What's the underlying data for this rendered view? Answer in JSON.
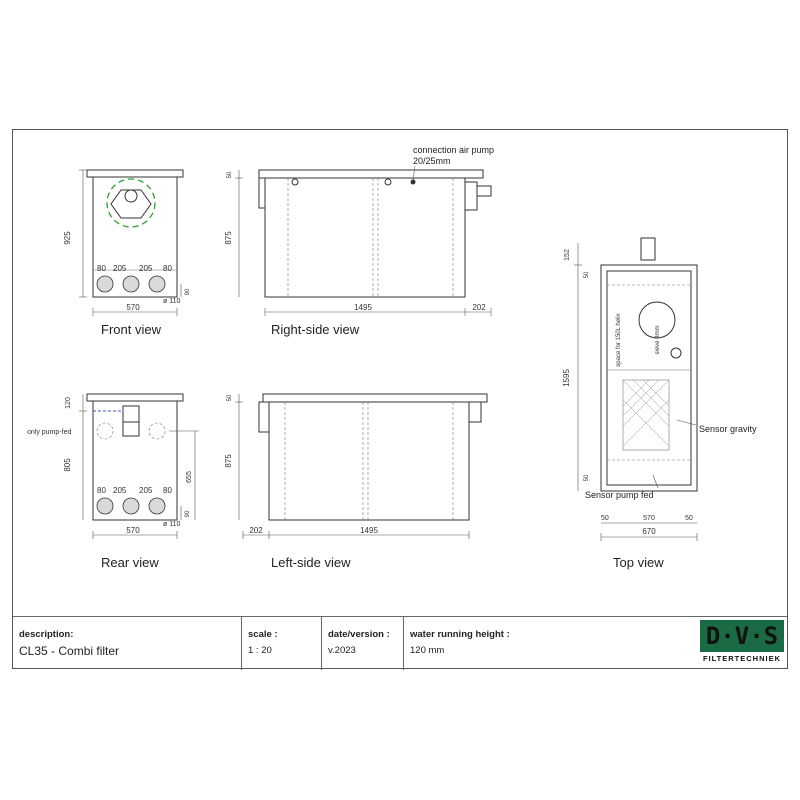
{
  "views": {
    "front": "Front view",
    "right_side": "Right-side view",
    "rear": "Rear view",
    "left_side": "Left-side view",
    "top": "Top view"
  },
  "annotations": {
    "connection_air_pump_line1": "connection air pump",
    "connection_air_pump_line2": "20/25mm",
    "only_pump_fed": "only pump-fed",
    "sensor_gravity": "Sensor gravity",
    "sensor_pump_fed": "Sensor pump fed",
    "space_for_helix": "space for 150L helix",
    "sieve": "sieve 8mm"
  },
  "dimensions": {
    "front_height": "925",
    "front_spacing": [
      "80",
      "205",
      "205",
      "80"
    ],
    "front_pipe_offset": "90",
    "pipe_dia": "ø 110",
    "front_width": "570",
    "right_top": "50",
    "right_height": "875",
    "right_length": "1495",
    "right_outlet": "202",
    "rear_top": "120",
    "rear_height": "805",
    "rear_spacing": [
      "80",
      "205",
      "205",
      "80"
    ],
    "rear_level": "655",
    "rear_pipe_offset": "90",
    "rear_width": "570",
    "left_top": "50",
    "left_height": "875",
    "left_outlet": "202",
    "left_length": "1495",
    "top_pump": "152",
    "top_length": "1595",
    "top_inner_top": "50",
    "top_inner_bottom": "50",
    "top_widths": [
      "50",
      "570",
      "50"
    ],
    "top_total_width": "670"
  },
  "titleblock": {
    "description_label": "description:",
    "description_value": "CL35 - Combi filter",
    "scale_label": "scale :",
    "scale_value": "1 : 20",
    "date_label": "date/version :",
    "date_value": "v.2023",
    "water_label": "water running height :",
    "water_value": "120 mm"
  },
  "logo": {
    "letters": "D·V·S",
    "subtitle": "FILTERTECHNIEK",
    "color": "#1a6a43"
  }
}
